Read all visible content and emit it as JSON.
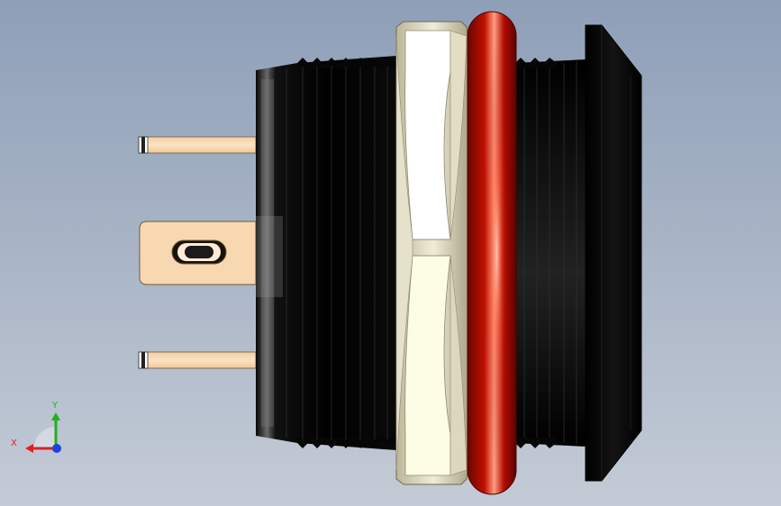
{
  "viewport": {
    "background_top": "#8e9fb8",
    "background_bottom": "#c4cbd6"
  },
  "model": {
    "parts": [
      "terminal-pin",
      "terminal-tab",
      "threaded-body",
      "hex-nut",
      "o-ring",
      "flange"
    ],
    "colors": {
      "body": "#0a0a0a",
      "terminal": "#f8d8b0",
      "nut_upper": "#ffffff",
      "nut_lower": "#fdfde6",
      "nut_edge": "#d9d4bd",
      "o_ring": "#b00a00",
      "o_ring_highlight": "#ff8a70"
    }
  },
  "triad": {
    "x_label": "X",
    "y_label": "Y",
    "x_color": "#e02020",
    "y_color": "#20b020",
    "z_color": "#2040e0"
  }
}
